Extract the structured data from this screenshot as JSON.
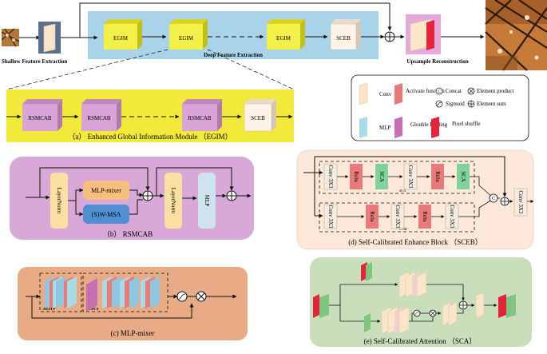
{
  "top": {
    "stage_labels": [
      "Shallow Feature Extraction",
      "Deep Feature Extraction",
      "Upsample Reconstruction"
    ],
    "blocks": [
      "EGIM",
      "EGIM",
      "EGIM",
      "SCEB"
    ]
  },
  "egim": {
    "blocks": [
      "RSMCAB",
      "RSMCAB",
      "RSMCAB",
      "SCEB"
    ],
    "caption": "（a） Enhanced Global Information Module （EGIM）"
  },
  "legend": {
    "items": [
      "Conv",
      "Activate function",
      "Concat",
      "Element product",
      "Sigmoid",
      "Element sum",
      "MLP",
      "Glouble Pooling",
      "Pixel shuffle"
    ]
  },
  "rsmcab": {
    "layernorm1": "LayerNorm",
    "mlp_mixer": "MLP-mixer",
    "wmsa": "(S)W-MSA",
    "layernorm2": "LayerNorm",
    "mlp": "MLP",
    "caption": "（b） RSMCAB"
  },
  "sceb": {
    "top_row": [
      "Conv 3X3",
      "Relu",
      "SCA",
      "Conv 3X3",
      "Relu",
      "SCA"
    ],
    "bottom_row": [
      "Conv 3X3",
      "Relu",
      "Conv 3X3",
      "Relu",
      "Conv 3X3"
    ],
    "final_conv": "Conv 3X3",
    "sca_tag": "SCA",
    "cam_tag": "CAM",
    "caption": "(d) Self-Calibrated Enhance Block （SCEB）"
  },
  "mlp_mixer": {
    "tags": [
      "MLPFF",
      "MLPCA"
    ],
    "caption": "(c)  MLP-mixer"
  },
  "sca": {
    "caption": "(e) Self-Calibrated Attention （SCA）"
  },
  "colors": {
    "deep_feature_bg": "#a8d3e8",
    "egim_bg": "#f2ea3a",
    "egim_block": "#f4f04a",
    "rsmcab_block": "#d9a3d6",
    "rsmcab_bg": "#d8a8d6",
    "sceb_bg": "#fde8d9",
    "mixer_bg": "#e8ab85",
    "sca_bg": "#c9dfbc",
    "conv": "#fbe5c9",
    "relu": "#e87a7a",
    "sca_block": "#7fd39a",
    "mlp": "#a9dbe6",
    "pooling": "#c76fb3",
    "pixel_shuffle": "#e3243b"
  }
}
